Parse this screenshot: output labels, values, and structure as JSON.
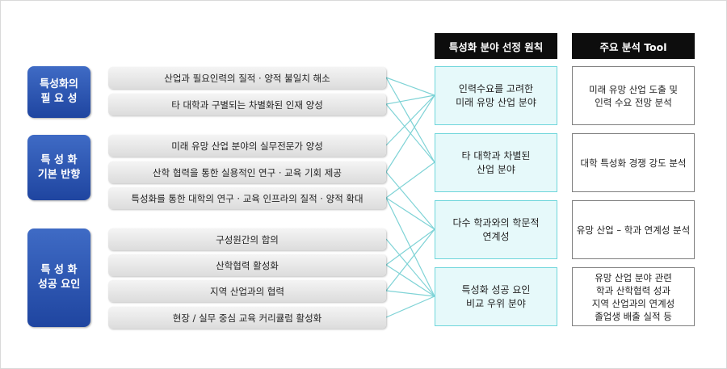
{
  "categories": [
    {
      "label": "특성화의\n필 요 성"
    },
    {
      "label": "특 성 화\n기본 반향"
    },
    {
      "label": "특 성 화\n성공 요인"
    }
  ],
  "items": [
    {
      "label": "산업과 필요인력의 질적 · 양적 불일치 해소"
    },
    {
      "label": "타 대학과 구별되는 차별화된 인재 양성"
    },
    {
      "label": "미래 유망 산업 분야의 실무전문가 양성"
    },
    {
      "label": "산학 협력을 통한 실용적인 연구 · 교육 기회 제공"
    },
    {
      "label": "특성화를 통한 대학의 연구 · 교육 인프라의 질적 · 양적 확대"
    },
    {
      "label": "구성원간의 합의"
    },
    {
      "label": "산학협력 활성화"
    },
    {
      "label": "지역 산업과의 협력"
    },
    {
      "label": "현장 / 실무 중심 교육 커리큘럼 활성화"
    }
  ],
  "headers": {
    "criteria": "특성화 분야 선정 원칙",
    "tools": "주요 분석 Tool"
  },
  "criteria": [
    {
      "label": "인력수요를 고려한\n미래 유망 산업 분야"
    },
    {
      "label": "타 대학과 차별된\n산업 분야"
    },
    {
      "label": "다수 학과와의 학문적\n연계성"
    },
    {
      "label": "특성화 성공 요인\n비교 우위 분야"
    }
  ],
  "tools": [
    {
      "label": "미래 유망 산업 도출 및\n인력 수요 전망 분석"
    },
    {
      "label": "대학 특성화 경쟁 강도 분석"
    },
    {
      "label": "유망 산업 – 학과 연계성 분석"
    },
    {
      "label": "유망 산업 분야 관련\n학과 산학협력 성과\n지역 산업과의 연계성\n졸업생 배출 실적 등"
    }
  ],
  "colors": {
    "category_blue": "#2a55b0",
    "connector": "#7fd3d6",
    "criteria_border": "#6fd6db",
    "header_black": "#0d0d0d"
  }
}
